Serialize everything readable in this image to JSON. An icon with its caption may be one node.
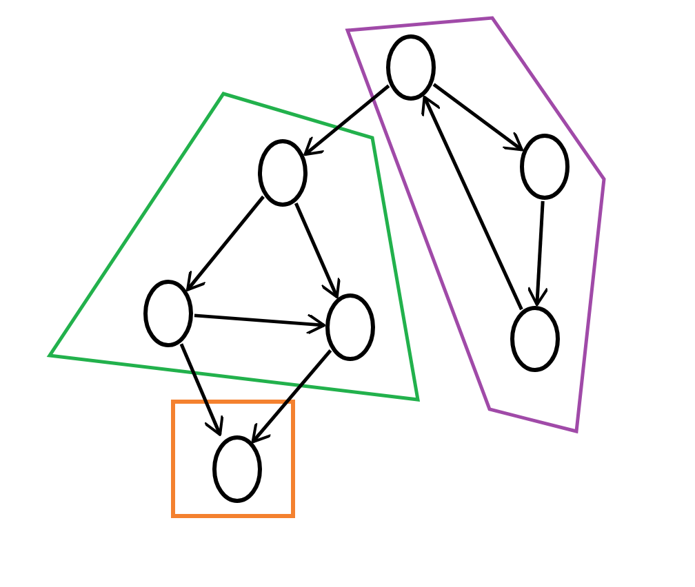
{
  "diagram": {
    "nodes": [
      {
        "text": [],
        "shape": "polygon"
      },
      {
        "text": [],
        "shape": "circle",
        "in": 0
      },
      {
        "text": [],
        "shape": "circle",
        "in": 0
      },
      {
        "text": [],
        "shape": "circle",
        "in": 0
      },
      {
        "text": [],
        "shape": "polygon"
      },
      {
        "text": [],
        "shape": "circle",
        "in": 4
      },
      {
        "text": [],
        "shape": "circle",
        "in": 4
      },
      {
        "text": [],
        "shape": "circle",
        "in": 4
      },
      {
        "text": [],
        "shape": "box"
      },
      {
        "text": [],
        "shape": "circle",
        "in": 8
      }
    ],
    "edges": [
      {
        "from": 1,
        "to": 5,
        "arrow": "to"
      },
      {
        "from": 1,
        "to": 2,
        "arrow": "to"
      },
      {
        "from": 2,
        "to": 3,
        "arrow": "to"
      },
      {
        "from": 3,
        "to": 1,
        "arrow": "to"
      },
      {
        "from": 5,
        "to": 6,
        "arrow": "to"
      },
      {
        "from": 5,
        "to": 7,
        "arrow": "to"
      },
      {
        "from": 6,
        "to": 7,
        "arrow": "to"
      },
      {
        "from": 6,
        "to": 9,
        "arrow": "to"
      },
      {
        "from": 7,
        "to": 9,
        "arrow": "to"
      }
    ]
  }
}
